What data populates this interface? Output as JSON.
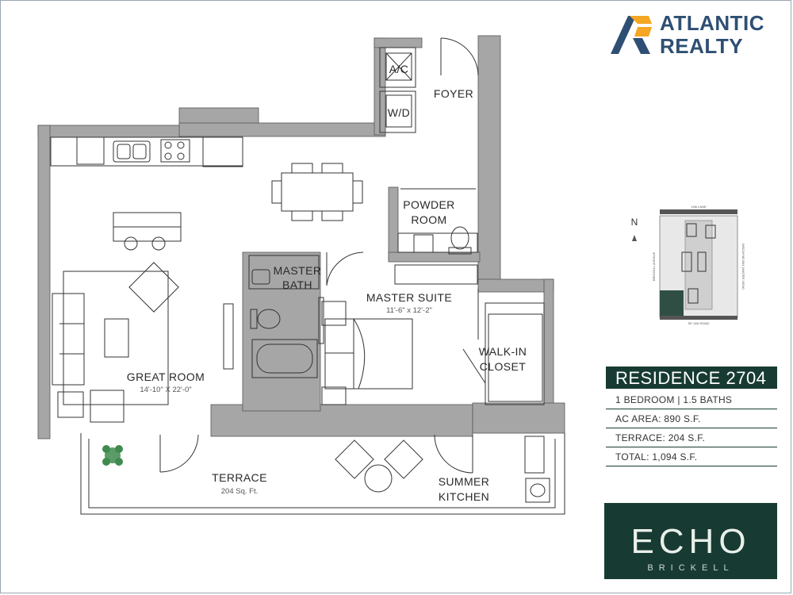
{
  "brand": {
    "line1": "ATLANTIC",
    "line2": "REALTY",
    "accent": "#f5a623",
    "primary": "#2e4f73"
  },
  "rooms": {
    "foyer": "FOYER",
    "ac": "A/C",
    "wd": "W/D",
    "powder_1": "POWDER",
    "powder_2": "ROOM",
    "master_bath_1": "MASTER",
    "master_bath_2": "BATH",
    "master_suite": "MASTER SUITE",
    "master_suite_dim": "11'-6\" x 12'-2\"",
    "walkin_1": "WALK-IN",
    "walkin_2": "CLOSET",
    "great_room": "GREAT ROOM",
    "great_room_dim": "14'-10\" X 22'-0\"",
    "terrace": "TERRACE",
    "terrace_dim": "204 Sq. Ft.",
    "summer_1": "SUMMER",
    "summer_2": "KITCHEN"
  },
  "keyplan": {
    "north": "N",
    "top_street": "14th LANE",
    "left_street": "BRICKELL AVENUE",
    "right_street": "BISCAYNE BAY (WATER VIEW)",
    "bottom_street": "SE 14th ROAD"
  },
  "residence": {
    "title": "RESIDENCE 2704",
    "rows": [
      "1 BEDROOM | 1.5 BATHS",
      "AC AREA: 890 S.F.",
      "TERRACE: 204 S.F.",
      "TOTAL: 1,094 S.F."
    ]
  },
  "project": {
    "name": "ECHO",
    "sub": "BRICKELL"
  },
  "colors": {
    "wall": "#a6a6a6",
    "dark_green": "#173b32",
    "keyplan_highlight": "#2f4f45"
  }
}
